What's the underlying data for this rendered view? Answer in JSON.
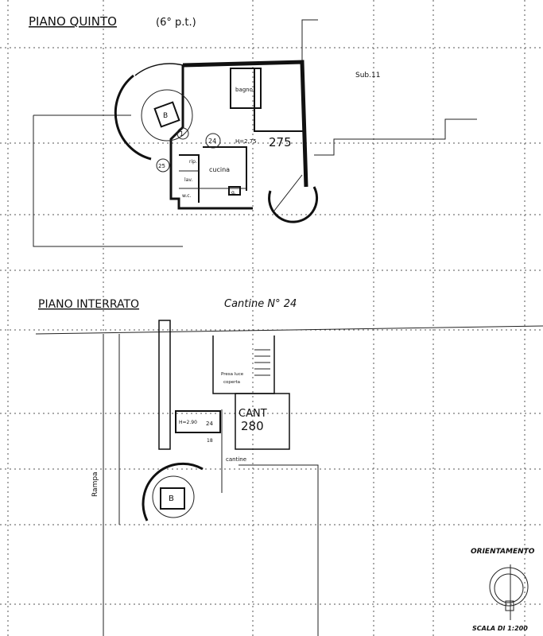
{
  "upper_floor": {
    "title": "PIANO QUINTO",
    "subtitle": "(6° p.t.)",
    "rooms": {
      "bath": "bagno",
      "kitchen": "cucina",
      "storage": "rip.",
      "laundry": "lav.",
      "wc": "w.c.",
      "small_box": "q."
    },
    "unit_number": "24",
    "stair_label": "B",
    "height_label": "H=2.75",
    "area_number": "275",
    "marker_1": "1",
    "marker_2": "25",
    "neighbour_label": "Sub.11"
  },
  "basement": {
    "title": "PIANO INTERRATO",
    "subtitle": "Cantine N° 24",
    "cellar_label": "CANT",
    "cellar_number": "280",
    "cellar_height": "H=2.90",
    "cellar_unit": "24",
    "cellar_dim": "18",
    "skylight_label_1": "Presa luce",
    "skylight_label_2": "coperta",
    "corridor_label": "cantine",
    "ramp_label": "Rampa",
    "stair_label": "B"
  },
  "legend": {
    "orientation_label": "ORIENTAMENTO",
    "scale_label": "SCALA DI 1:200"
  }
}
